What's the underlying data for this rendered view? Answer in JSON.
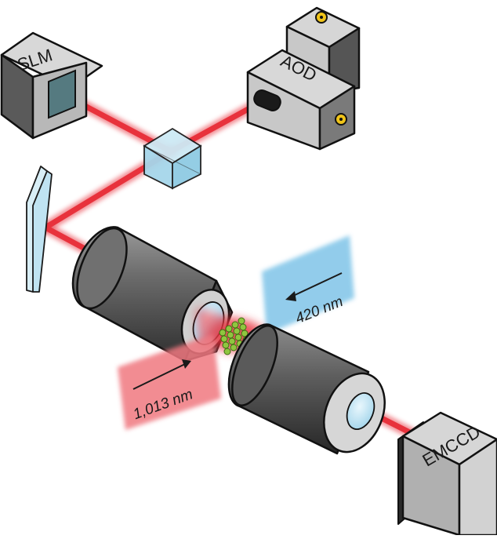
{
  "labels": {
    "slm": "SLM",
    "aod": "AOD",
    "emccd": "EMCCD",
    "wavelength_blue": "420 nm",
    "wavelength_red": "1,013 nm"
  },
  "colors": {
    "beam_red": "#e8323c",
    "beam_blue": "#7fc4e8",
    "device_dark": "#3a3a3a",
    "device_mid": "#8a8a8a",
    "device_light": "#d4d4d4",
    "glass": "#bfe3f2",
    "atoms": "#8fc63f",
    "knob": "#f0c419"
  }
}
